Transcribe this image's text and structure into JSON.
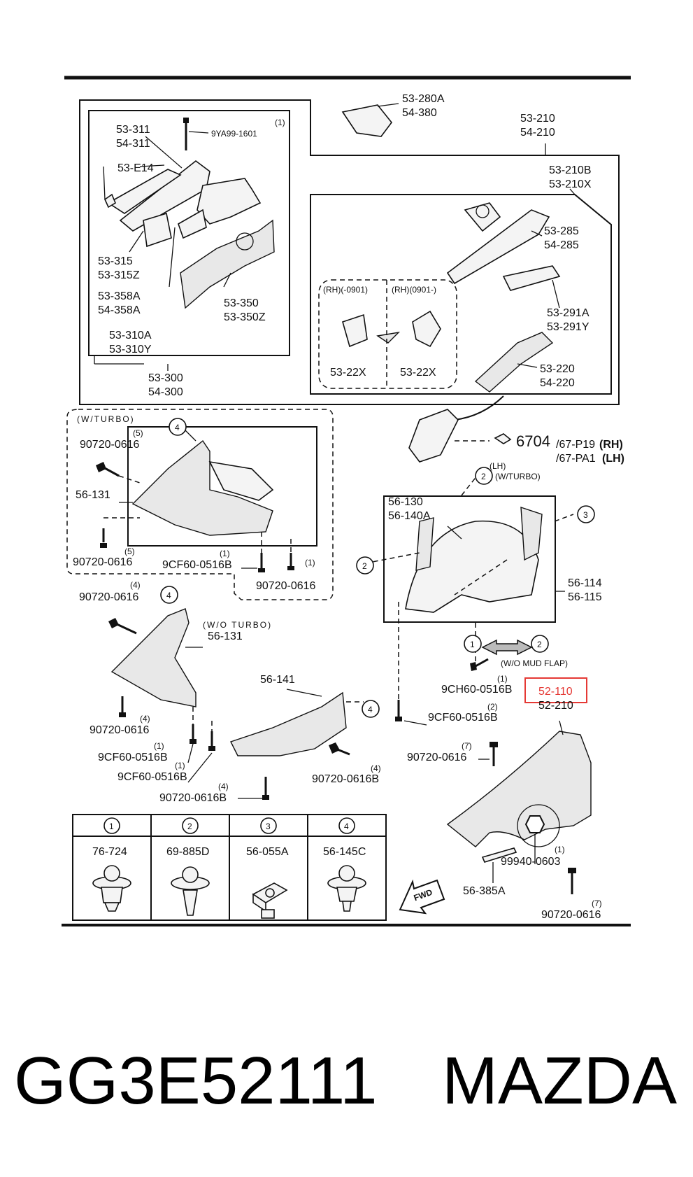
{
  "top_group": {
    "frame_left": {
      "outer": [
        "53-300",
        "54-300"
      ],
      "inner": [
        "53-310A",
        "53-310Y"
      ],
      "parts": [
        {
          "num": [
            "53-311",
            "54-311"
          ]
        },
        {
          "num": [
            "53-E14"
          ]
        },
        {
          "num": [
            "9YA99-1601"
          ],
          "qty": "(1)"
        },
        {
          "num": [
            "53-315",
            "53-315Z"
          ]
        },
        {
          "num": [
            "53-358A",
            "54-358A"
          ]
        },
        {
          "num": [
            "53-350",
            "53-350Z"
          ]
        }
      ]
    },
    "frame_right": {
      "parts": [
        {
          "num": [
            "53-280A",
            "54-380"
          ]
        },
        {
          "num": [
            "53-210",
            "54-210"
          ]
        },
        {
          "num": [
            "53-210B",
            "53-210X"
          ]
        },
        {
          "num": [
            "53-285",
            "54-285"
          ]
        },
        {
          "num": [
            "53-291A",
            "53-291Y"
          ]
        },
        {
          "num": [
            "53-220",
            "54-220"
          ]
        }
      ],
      "variants": [
        {
          "tag": "(RH)(-0901)",
          "num": "53-22X"
        },
        {
          "tag": "(RH)(0901-)",
          "num": "53-22X"
        }
      ]
    }
  },
  "turbo_group": {
    "tag": "(W/TURBO)",
    "circle": "4",
    "labels": [
      {
        "num": "90720-0616",
        "qty": "(5)"
      },
      {
        "num": "56-131"
      },
      {
        "num": "90720-0616",
        "qty": "(5)"
      },
      {
        "num": "9CF60-0516B",
        "qty": "(1)"
      },
      {
        "num": "90720-0616",
        "qty": "(1)"
      }
    ]
  },
  "side_ref": {
    "num": "6704",
    "alt": [
      "/67-P19",
      "(RH)",
      "/67-PA1",
      "(LH)"
    ],
    "circle": "2",
    "lh": "(LH)",
    "tag": "(W/TURBO)"
  },
  "liner_group": {
    "labels": [
      {
        "num": [
          "56-130",
          "56-140A"
        ]
      },
      {
        "num": [
          "56-114",
          "56-115"
        ]
      }
    ],
    "circles": [
      "3",
      "2",
      "1",
      "2"
    ],
    "mud_tag": "(W/O MUD FLAP)",
    "screws": [
      {
        "num": "9CH60-0516B",
        "qty": "(1)"
      },
      {
        "num": "9CF60-0516B",
        "qty": "(2)"
      }
    ]
  },
  "no_turbo_group": {
    "tag": "(W/O TURBO)",
    "circles": [
      "4",
      "4"
    ],
    "labels": [
      {
        "num": "90720-0616",
        "qty": "(4)"
      },
      {
        "num": "56-131"
      },
      {
        "num": "90720-0616",
        "qty": "(4)"
      },
      {
        "num": "9CF60-0516B",
        "qty": "(1)"
      },
      {
        "num": "9CF60-0516B",
        "qty": "(1)"
      },
      {
        "num": "56-141"
      },
      {
        "num": "90720-0616B",
        "qty": "(4)"
      },
      {
        "num": "90720-0616B",
        "qty": "(4)"
      }
    ]
  },
  "fender_group": {
    "highlight": "52-110",
    "main": "52-210",
    "labels": [
      {
        "num": "90720-0616",
        "qty": "(7)"
      },
      {
        "num": "99940-0603",
        "qty": "(1)"
      },
      {
        "num": "56-385A"
      },
      {
        "num": "90720-0616",
        "qty": "(7)"
      }
    ],
    "highlight_color": "#e53935"
  },
  "legend": [
    {
      "circle": "1",
      "num": "76-724"
    },
    {
      "circle": "2",
      "num": "69-885D"
    },
    {
      "circle": "3",
      "num": "56-055A"
    },
    {
      "circle": "4",
      "num": "56-145C"
    }
  ],
  "fwd_label": "FWD",
  "footer": {
    "part_number": "GG3E52111",
    "brand": "MAZDA"
  }
}
